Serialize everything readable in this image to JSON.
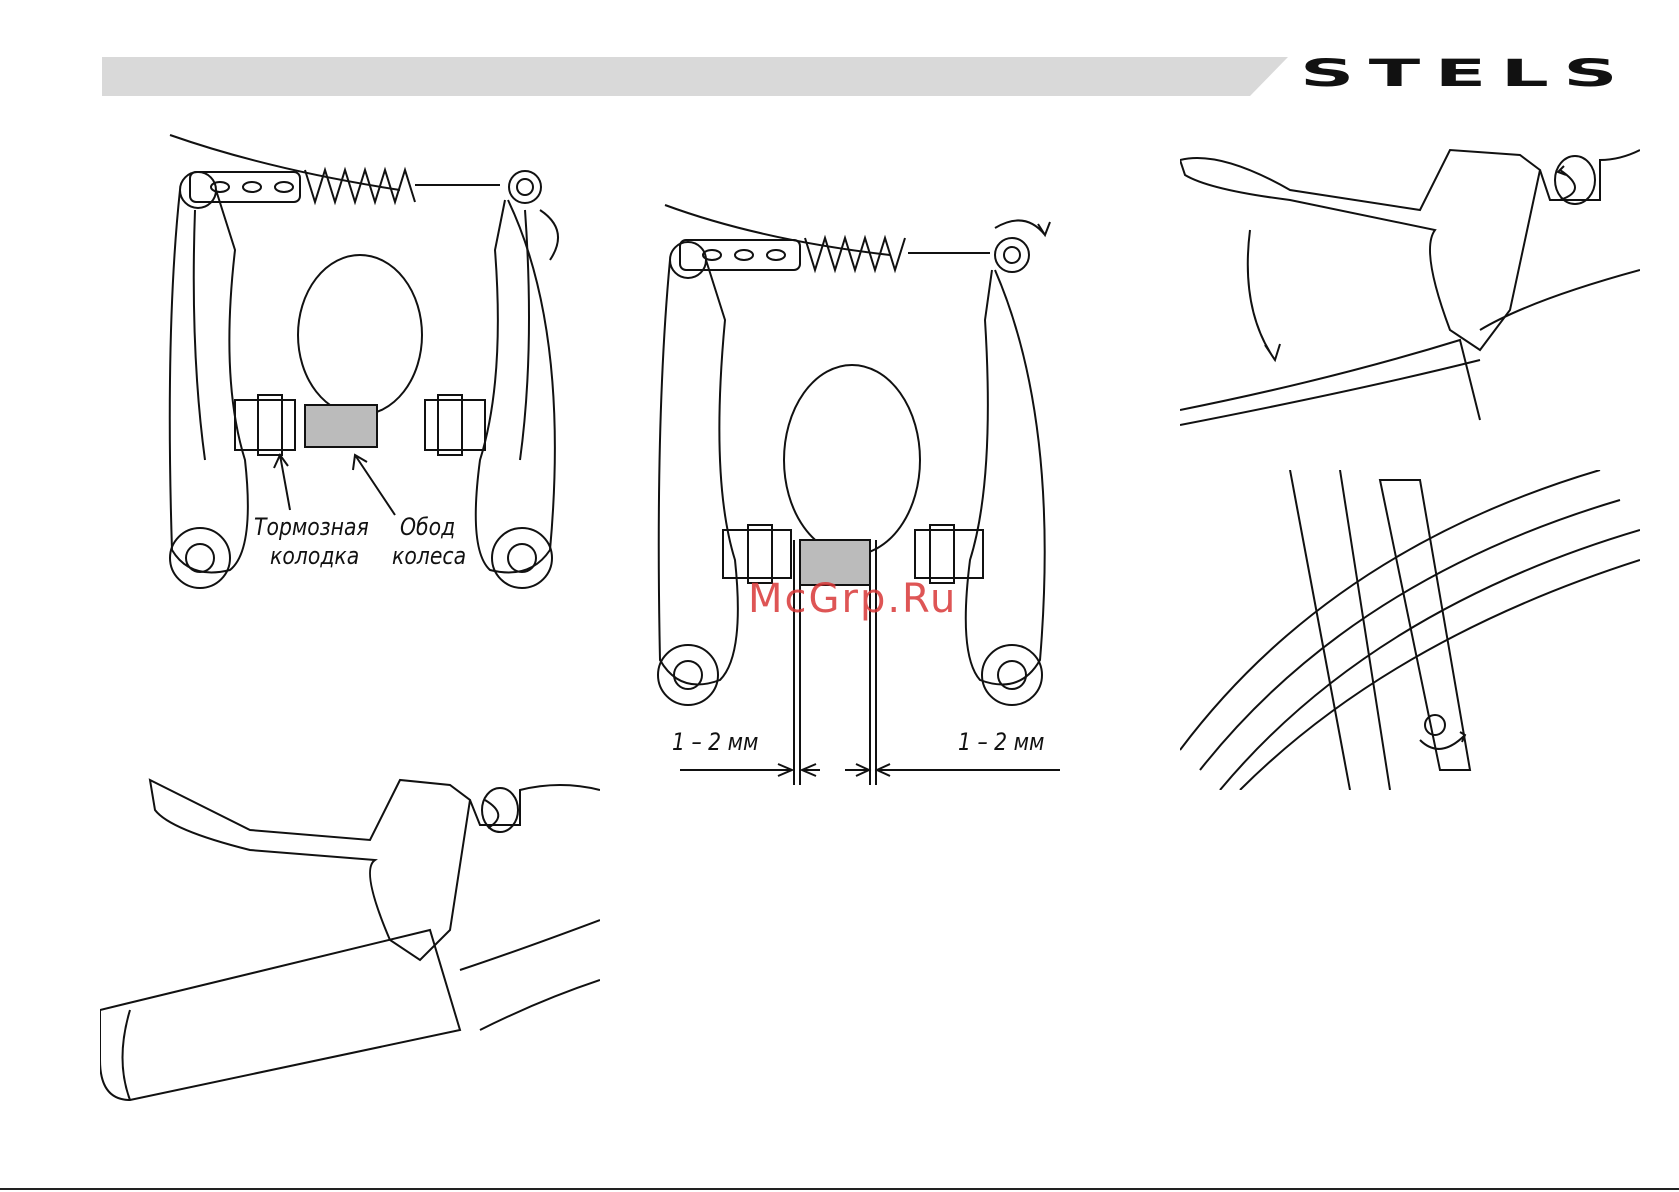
{
  "header": {
    "brand": "STELS",
    "bar_color": "#d9d9d9"
  },
  "panel_a": {
    "pad_label_1": "Тормозная",
    "pad_label_2": "колодка",
    "rim_label_1": "Обод",
    "rim_label_2": "колеса"
  },
  "panel_b": {
    "gap_left": "1 – 2 мм",
    "gap_right": "1 – 2 мм"
  },
  "watermark": "McGrp.Ru",
  "colors": {
    "ink": "#111111",
    "watermark": "#d93838",
    "rim_hatch": "#888888"
  }
}
